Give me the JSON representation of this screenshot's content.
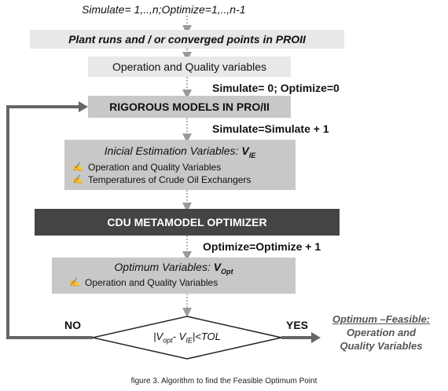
{
  "top_label": "Simulate= 1,..,n;Optimize=1,..,n-1",
  "box_plant": "Plant runs and / or converged points in PROII",
  "box_opvars": "Operation and Quality variables",
  "label_init": "Simulate= 0; Optimize=0",
  "box_rigorous": "RIGOROUS MODELS IN PRO/II",
  "label_sim_inc": "Simulate=Simulate + 1",
  "box_inicial": {
    "title_prefix": "Inicial Estimation Variables: ",
    "title_var": "V",
    "title_sub": "IE",
    "bullets": [
      "Operation and Quality Variables",
      "Temperatures of Crude Oil Exchangers"
    ]
  },
  "box_cdu": "CDU METAMODEL OPTIMIZER",
  "label_opt_inc": "Optimize=Optimize + 1",
  "box_optimum": {
    "title_prefix": "Optimum Variables: ",
    "title_var": "V",
    "title_sub": "Opt",
    "bullets": [
      "Operation and Quality Variables"
    ]
  },
  "decision": {
    "a": "|V",
    "a_sub": "opt",
    "b": "- V",
    "b_sub": "IE",
    "c": "|<TOL"
  },
  "label_no": "NO",
  "label_yes": "YES",
  "result": {
    "title": "Optimum –Feasible:",
    "line1": "Operation and",
    "line2": "Quality Variables"
  },
  "caption": "figure 3. Algorithm to find the Feasible Optimum Point",
  "colors": {
    "light_box": "#e8e8e8",
    "mid_box": "#c8c8c8",
    "dark_box": "#444444",
    "arrow": "#9a9a9a",
    "loop": "#666666"
  }
}
